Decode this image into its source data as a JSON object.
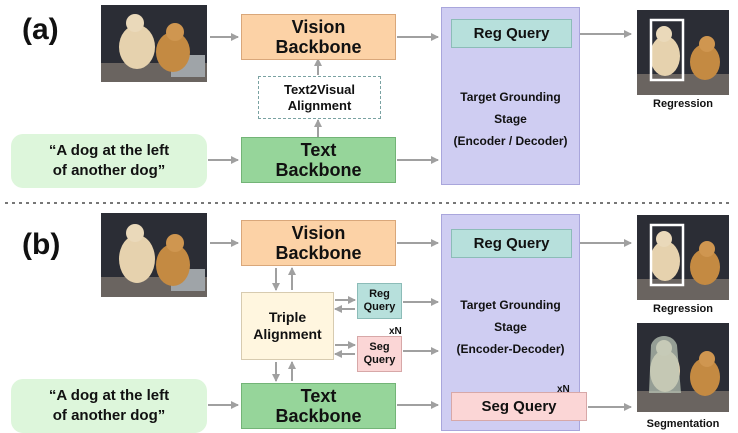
{
  "panel_a": {
    "label": "(a)",
    "vision_backbone": "Vision\nBackbone",
    "text_backbone": "Text\nBackbone",
    "alignment": "Text2Visual\nAlignment",
    "reg_query": "Reg Query",
    "grounding": "Target Grounding\nStage\n(Encoder / Decoder)",
    "quote": "“A dog at the left\nof another dog”",
    "output_caption": "Regression"
  },
  "panel_b": {
    "label": "(b)",
    "vision_backbone": "Vision\nBackbone",
    "text_backbone": "Text\nBackbone",
    "triple_alignment": "Triple\nAlignment",
    "small_reg_query": "Reg\nQuery",
    "small_seg_query": "Seg\nQuery",
    "small_xn": "xN",
    "reg_query": "Reg Query",
    "seg_query": "Seg Query",
    "seg_xn": "xN",
    "grounding": "Target Grounding\nStage\n(Encoder-Decoder)",
    "quote": "“A dog at the left\nof another dog”",
    "output_caption_1": "Regression",
    "output_caption_2": "Segmentation"
  },
  "colors": {
    "vision": "#fcd2a6",
    "text": "#96d59a",
    "grounding": "#cfcdf2",
    "query": "#b7e0dc",
    "seg_query": "#fbd6d6",
    "triple": "#fff6df",
    "quote_bg": "#ddf6db",
    "arrow": "#a0a0a0"
  }
}
